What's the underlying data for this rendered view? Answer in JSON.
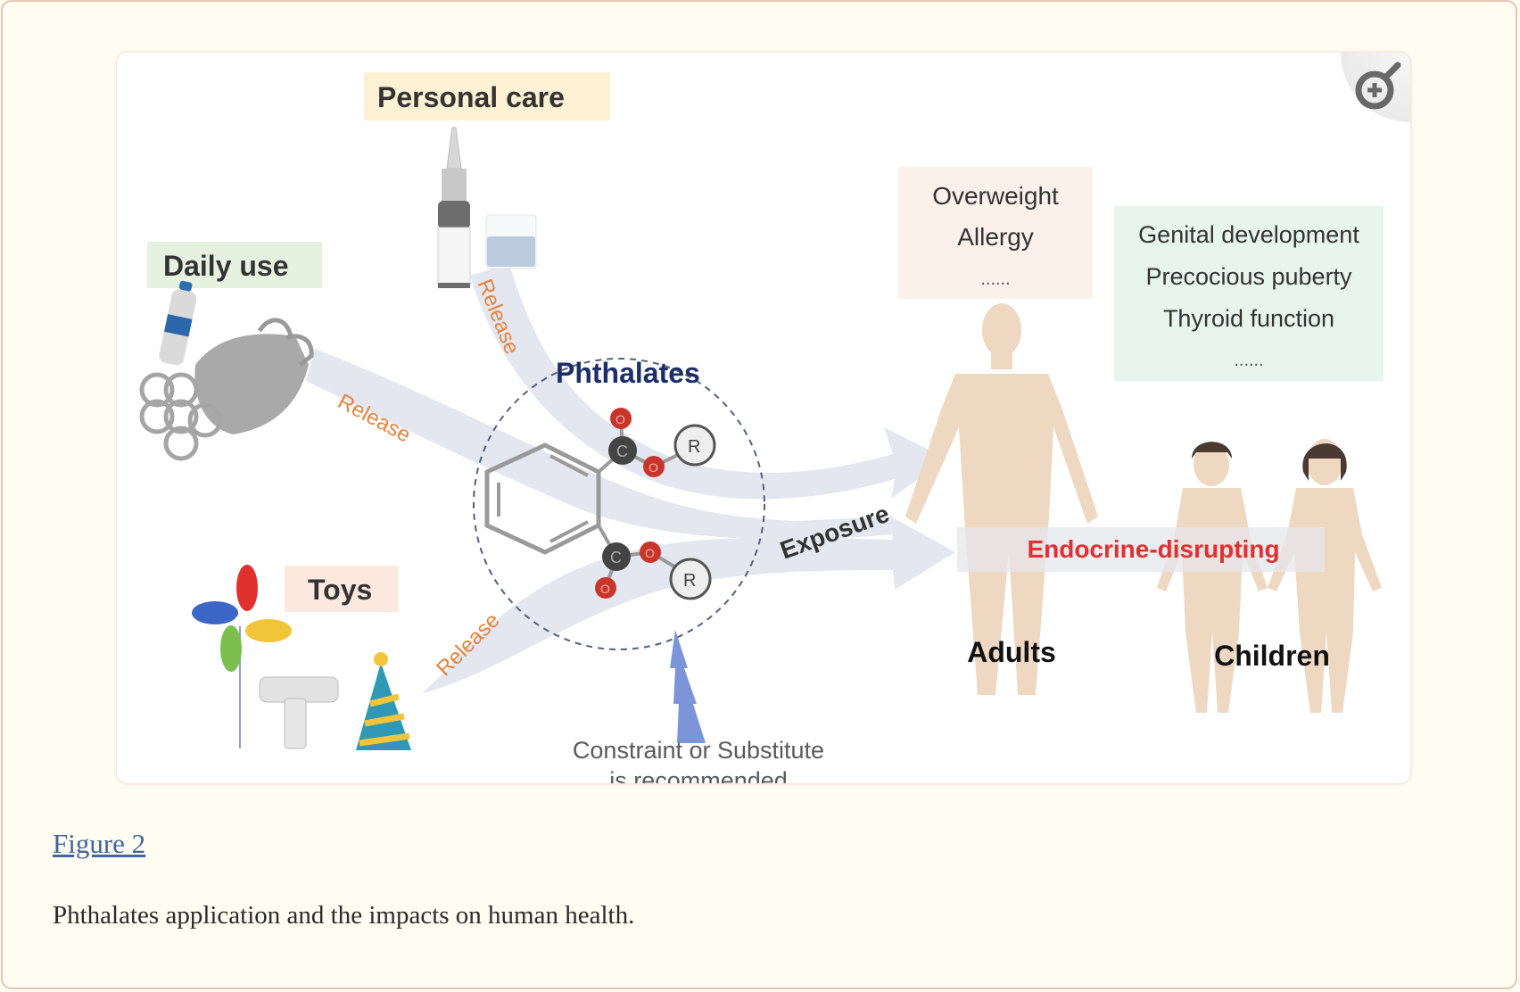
{
  "figure": {
    "link_label": "Figure 2",
    "caption": "Phthalates application and the impacts on human health.",
    "zoom_button": {
      "icon": "zoom-in-icon"
    }
  },
  "diagram": {
    "sources": {
      "personal_care": "Personal care",
      "daily_use": "Daily use",
      "toys": "Toys"
    },
    "flows": {
      "release_personal_care": "Release",
      "release_daily_use": "Release",
      "release_toys": "Release",
      "exposure": "Exposure"
    },
    "center": {
      "title": "Phthalates",
      "atom_labels": {
        "carbon": "C",
        "oxygen": "O",
        "group": "R"
      }
    },
    "recommendation": {
      "line1": "Constraint or Substitute",
      "line2": "is recommended"
    },
    "adult_effects": [
      "Overweight",
      "Allergy",
      "......"
    ],
    "child_effects": [
      "Genital development",
      "Precocious puberty",
      "Thyroid function",
      "......"
    ],
    "effect_banner": "Endocrine-disrupting",
    "groups": {
      "adults": "Adults",
      "children": "Children"
    },
    "colors": {
      "release_text": "#e8823a",
      "phthalates_title": "#1d2f6b",
      "endocrine_text": "#e03030",
      "personal_care_bg": "#fdf1d4",
      "daily_use_bg": "#e6f2e0",
      "toys_bg": "#fbe9df",
      "adult_box_bg": "#fbf0ea",
      "child_box_bg": "#e7f5ee",
      "flow_band": "#e4e7ef",
      "skin": "#efd8c2"
    }
  }
}
